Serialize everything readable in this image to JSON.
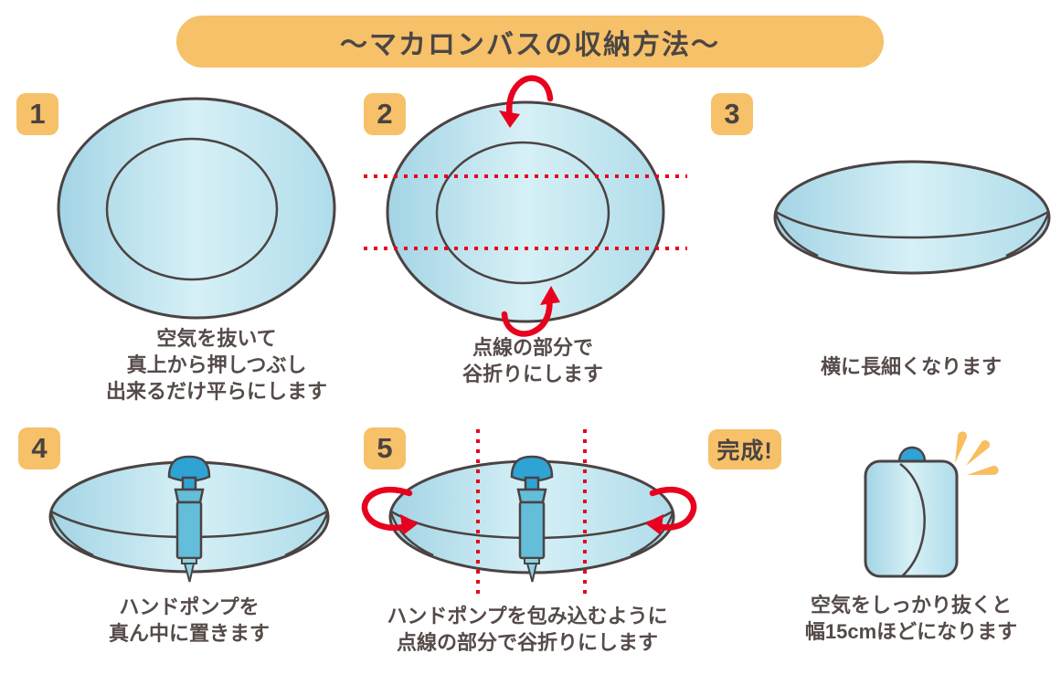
{
  "title": "〜マカロンバスの収納方法〜",
  "colors": {
    "accent_orange": "#F6C169",
    "sparkle_orange": "#F8BE5F",
    "arrow_red": "#E8001E",
    "bath_blue_edge": "#A3D4E5",
    "bath_blue_center": "#D6F0F6",
    "outline_dark": "#4B4342",
    "pump_blue_dark": "#2FA3D4",
    "pump_blue_body": "#64BDD9",
    "text_dark": "#554B49"
  },
  "steps": [
    {
      "badge": "1",
      "caption": [
        "空気を抜いて",
        "真上から押しつぶし",
        "出来るだけ平らにします"
      ]
    },
    {
      "badge": "2",
      "caption": [
        "点線の部分で",
        "谷折りにします"
      ]
    },
    {
      "badge": "3",
      "caption": [
        "横に長細くなります"
      ]
    },
    {
      "badge": "4",
      "caption": [
        "ハンドポンプを",
        "真ん中に置きます"
      ]
    },
    {
      "badge": "5",
      "caption": [
        "ハンドポンプを包み込むように",
        "点線の部分で谷折りにします"
      ]
    },
    {
      "badge": "完成!",
      "caption": [
        "空気をしっかり抜くと",
        "幅15cmほどになります"
      ]
    }
  ]
}
